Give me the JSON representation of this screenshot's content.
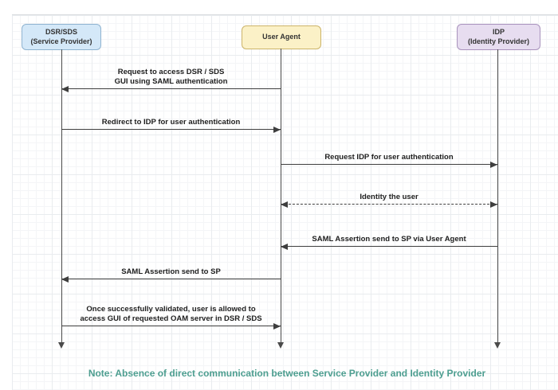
{
  "diagram": {
    "type": "sequence-diagram",
    "actors": [
      {
        "id": "sp",
        "lines": [
          "DSR/SDS",
          "(Service Provider)"
        ],
        "fill": "#d4e8f8",
        "border": "#8fb3d0"
      },
      {
        "id": "ua",
        "lines": [
          "User Agent"
        ],
        "fill": "#fbf1c7",
        "border": "#ccb469"
      },
      {
        "id": "idp",
        "lines": [
          "IDP",
          "(Identity Provider)"
        ],
        "fill": "#e7ddf0",
        "border": "#a993bd"
      }
    ],
    "messages": [
      {
        "from": "ua",
        "to": "sp",
        "direction": "left",
        "line_style": "solid",
        "lines": [
          "Request to access DSR / SDS",
          "GUI using SAML authentication"
        ]
      },
      {
        "from": "sp",
        "to": "ua",
        "direction": "right",
        "line_style": "solid",
        "lines": [
          "Redirect to IDP for user authentication"
        ]
      },
      {
        "from": "ua",
        "to": "idp",
        "direction": "right",
        "line_style": "solid",
        "lines": [
          "Request IDP for user authentication"
        ]
      },
      {
        "from": "ua",
        "to": "idp",
        "direction": "both",
        "line_style": "dashed",
        "lines": [
          "Identity the user"
        ]
      },
      {
        "from": "idp",
        "to": "ua",
        "direction": "left",
        "line_style": "solid",
        "lines": [
          "SAML Assertion send to SP via User Agent"
        ]
      },
      {
        "from": "ua",
        "to": "sp",
        "direction": "left",
        "line_style": "solid",
        "lines": [
          "SAML Assertion send to SP"
        ]
      },
      {
        "from": "sp",
        "to": "ua",
        "direction": "right",
        "line_style": "solid",
        "lines": [
          "Once successfully validated, user is allowed to",
          "access GUI of requested OAM server in DSR / SDS"
        ]
      }
    ],
    "note": {
      "text": "Note: Absence of direct communication between Service Provider and Identity Provider",
      "color": "#4d9e90"
    },
    "line_color": "#3e3e3e"
  }
}
